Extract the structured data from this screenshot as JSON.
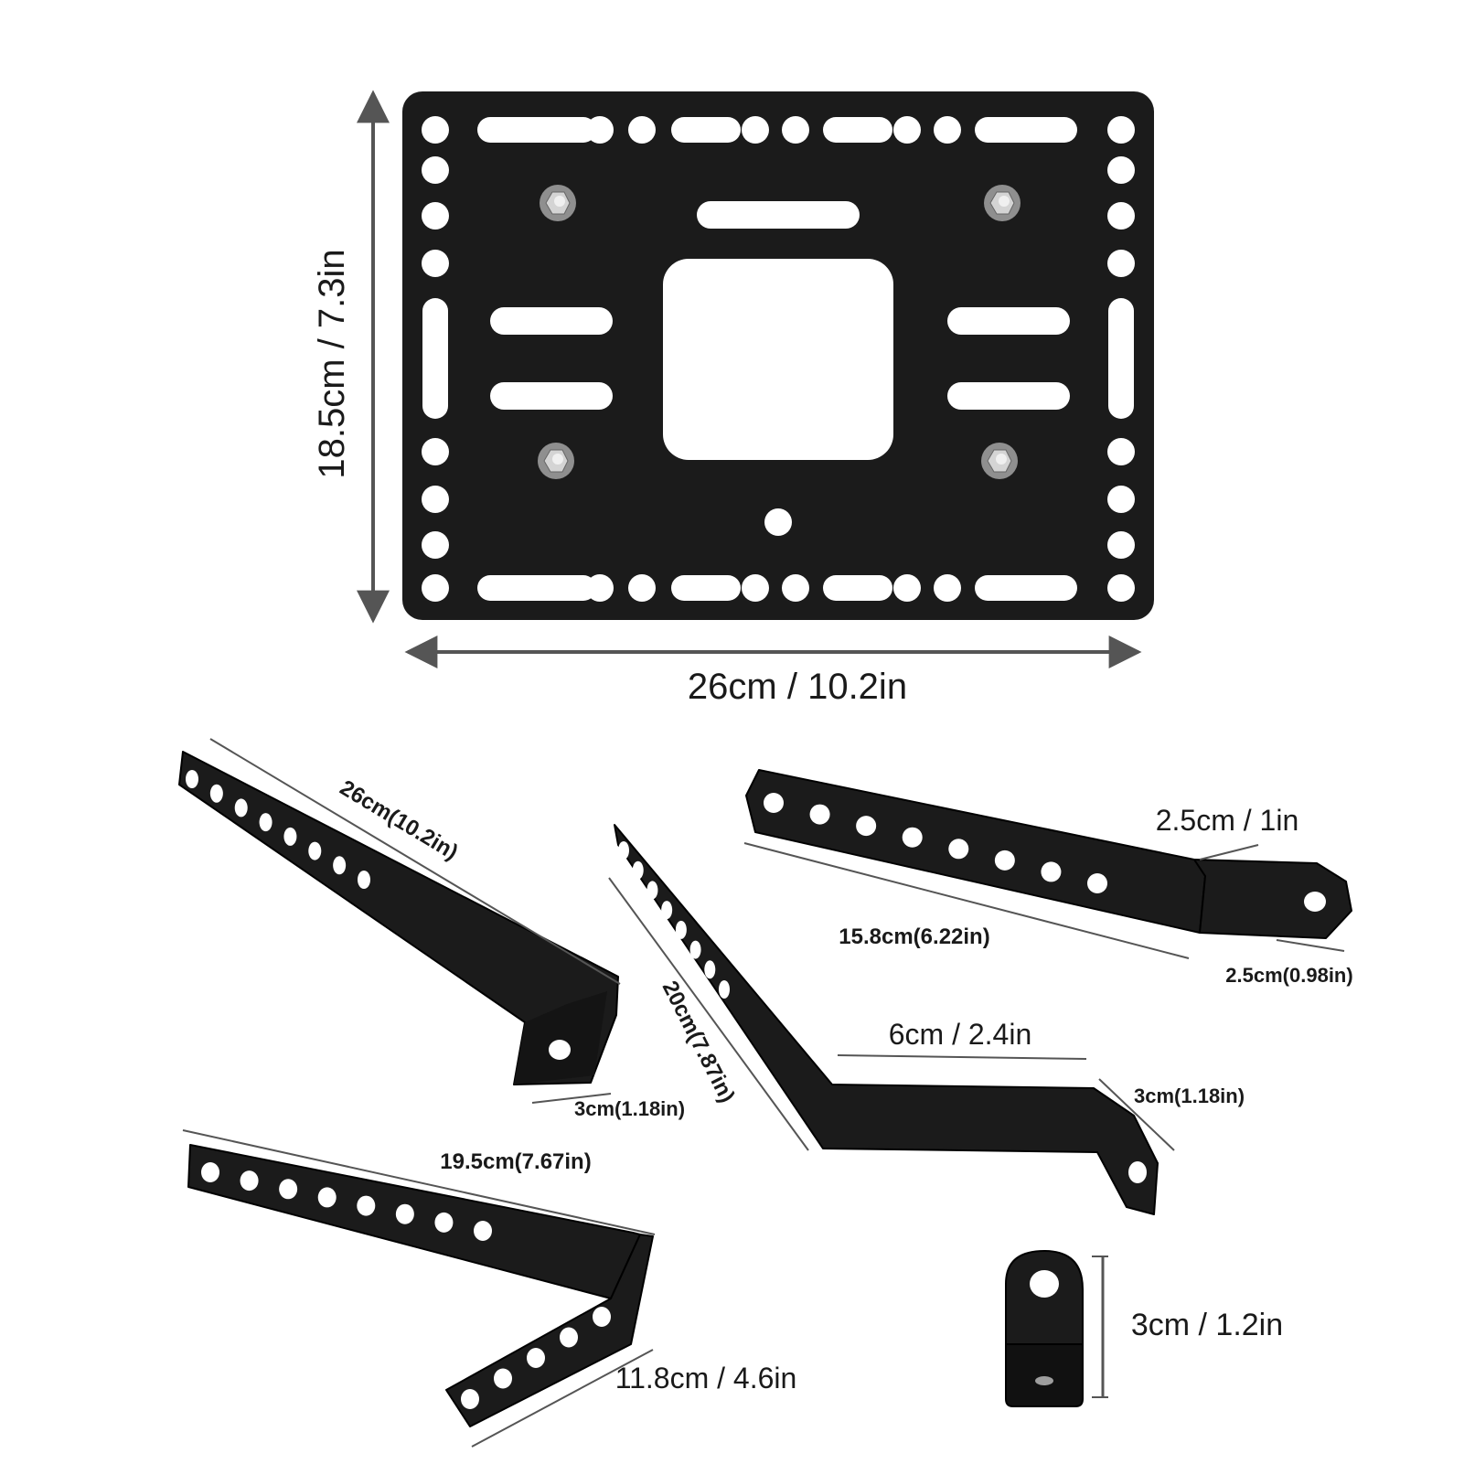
{
  "colors": {
    "metal": "#1b1b1b",
    "metal_edge": "#000000",
    "hole": "#ffffff",
    "dimension_line": "#555555",
    "text": "#1a1a1a",
    "bolt": "#bdbdbd"
  },
  "plate": {
    "height_label": "18.5cm / 7.3in",
    "width_label": "26cm / 10.2in"
  },
  "brackets": {
    "long_bracket_length": "26cm(10.2in)",
    "long_bracket_foot": "3cm(1.18in)",
    "offset_bracket_length": "20cm(7.87in)",
    "offset_bracket_middle": "6cm / 2.4in",
    "offset_bracket_foot": "3cm(1.18in)",
    "z_bracket_offset": "2.5cm / 1in",
    "z_bracket_length": "15.8cm(6.22in)",
    "z_bracket_foot": "2.5cm(0.98in)",
    "l_bracket_long_leg": "19.5cm(7.67in)",
    "l_bracket_short_leg": "11.8cm / 4.6in",
    "small_bracket_height": "3cm / 1.2in"
  }
}
